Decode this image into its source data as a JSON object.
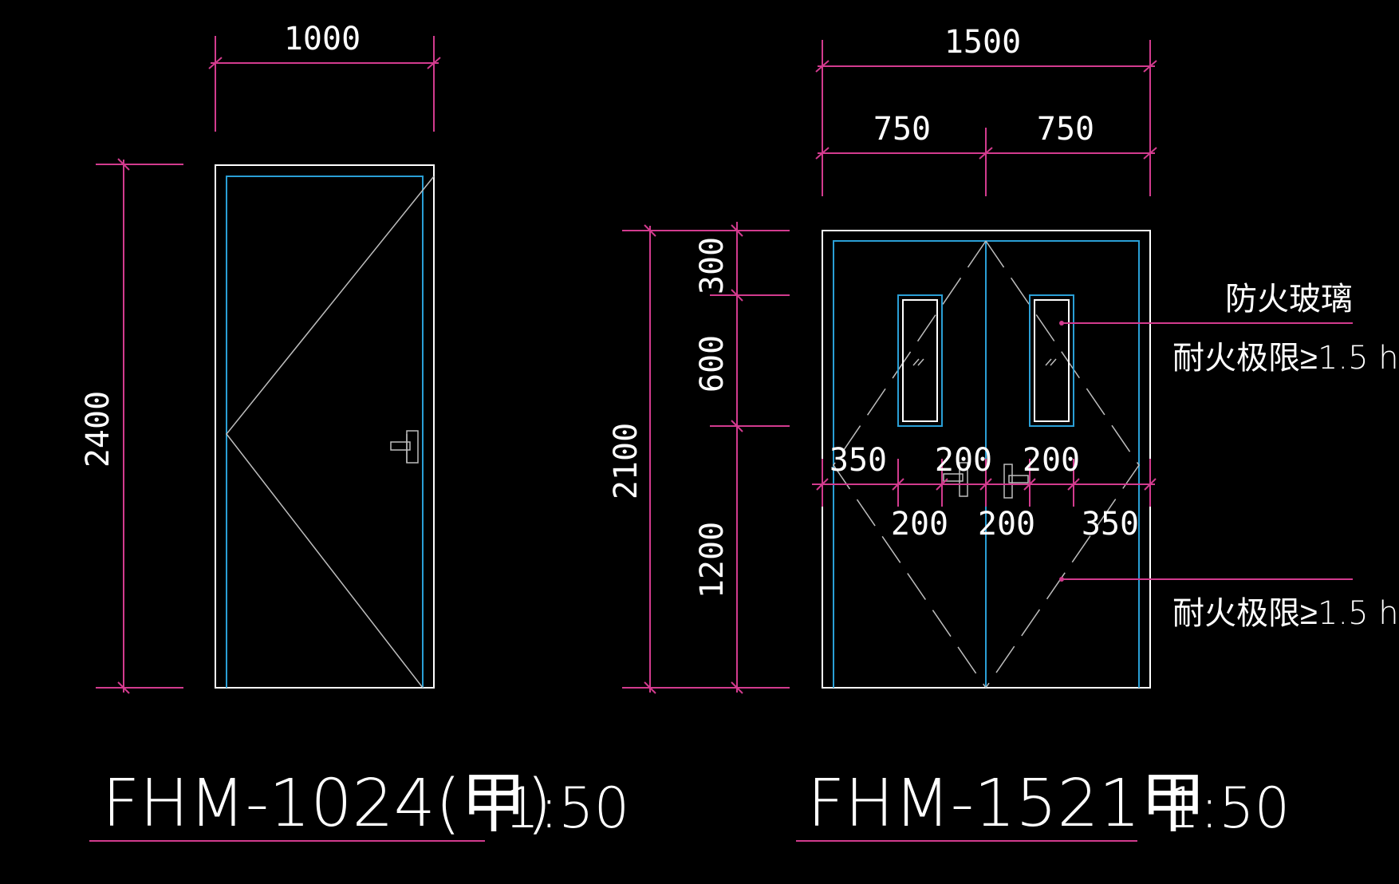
{
  "colors": {
    "background": "#000000",
    "dimension": "#d23b8e",
    "outline": "#ffffff",
    "frame": "#2a9fd6",
    "swing": "#bdbdbd"
  },
  "door1": {
    "width": "1000",
    "height": "2400",
    "title": "FHM-1024(甲)",
    "scale": "1:50"
  },
  "door2": {
    "total_width": "1500",
    "leaf_widths": [
      "750",
      "750"
    ],
    "total_height": "2100",
    "heights": [
      "300",
      "600",
      "1200"
    ],
    "horiz_top": [
      "350",
      "200",
      "200"
    ],
    "horiz_bottom": [
      "200",
      "200",
      "350"
    ],
    "glass_label": "防火玻璃",
    "fire_rating_upper": "耐火极限≥1.5 h",
    "fire_rating_lower": "耐火极限≥1.5 h",
    "title": "FHM-1521甲",
    "scale": "1:50"
  }
}
